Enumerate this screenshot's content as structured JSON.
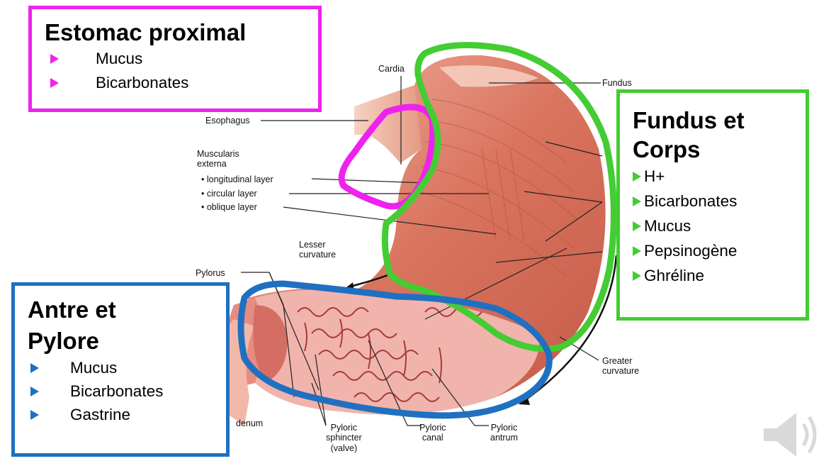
{
  "boxes": {
    "proximal": {
      "title": "Estomac proximal",
      "items": [
        "Mucus",
        "Bicarbonates"
      ],
      "color": "#ee22ee"
    },
    "fundus": {
      "title_line1": "Fundus et",
      "title_line2": "Corps",
      "items": [
        "H+",
        "Bicarbonates",
        "Mucus",
        "Pepsinogène",
        "Ghréline"
      ],
      "color": "#44cc33"
    },
    "antre": {
      "title_line1": "Antre et",
      "title_line2": "Pylore",
      "items": [
        "Mucus",
        "Bicarbonates",
        "Gastrine"
      ],
      "color": "#1f70c1"
    }
  },
  "diagram": {
    "cardia": "Cardia",
    "fundus": "Fundus",
    "esophagus": "Esophagus",
    "muscularis": "Muscularis\nexterna",
    "longitudinal": "• longitudinal layer",
    "circular": "• circular layer",
    "oblique": "• oblique layer",
    "lesser": "Lesser\ncurvature",
    "pylorus": "Pylorus",
    "greater": "Greater\ncurvature",
    "duodenum": "denum",
    "sphincter": "Pyloric\nsphincter\n(valve)",
    "canal": "Pyloric\ncanal",
    "antrum": "Pyloric\nantrum"
  },
  "icons": {
    "speaker": "speaker-icon"
  }
}
